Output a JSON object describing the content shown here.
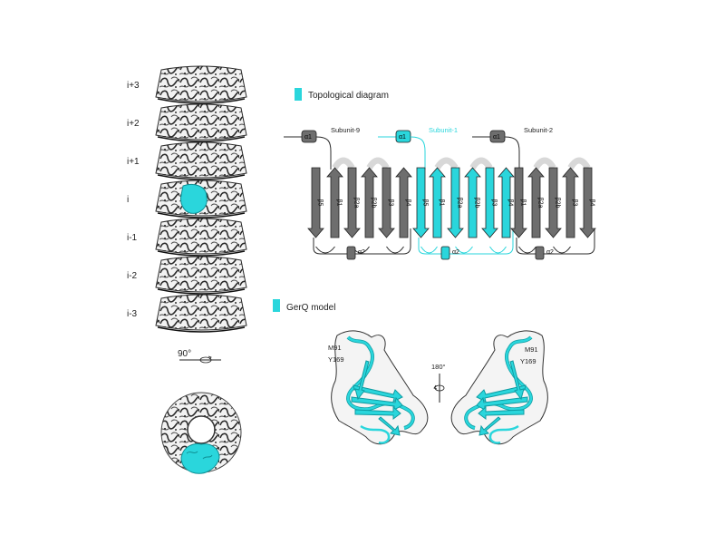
{
  "colors": {
    "accent": "#2ad6dc",
    "strand_gray": "#6e6e6e",
    "loop_light": "#d8d8d8",
    "density_white": "#f4f4f4",
    "density_edge": "#2b2b2b"
  },
  "stack": {
    "layer_labels": [
      "i+3",
      "i+2",
      "i+1",
      "i",
      "i-1",
      "i-2",
      "i-3"
    ],
    "rotation_label": "90°"
  },
  "topology": {
    "legend_label": "Topological diagram",
    "subunits": [
      {
        "name": "Subunit-9",
        "helix1": "α1",
        "helix2": "α2",
        "strands": [
          "β5",
          "β1",
          "β2a",
          "β2b",
          "β3",
          "β4"
        ],
        "highlight": false
      },
      {
        "name": "Subunit-1",
        "helix1": "α1",
        "helix2": "α2",
        "strands": [
          "β5",
          "β1",
          "β2a",
          "β2b",
          "β3",
          "β4"
        ],
        "highlight": true
      },
      {
        "name": "Subunit-2",
        "helix1": "α1",
        "helix2": "α2",
        "strands": [
          "β1",
          "β2a",
          "β2b",
          "β3",
          "β4"
        ],
        "highlight": false
      }
    ]
  },
  "model": {
    "legend_label": "GerQ model",
    "residue_labels": [
      "M91",
      "Y169"
    ],
    "rotation_label": "180°"
  }
}
